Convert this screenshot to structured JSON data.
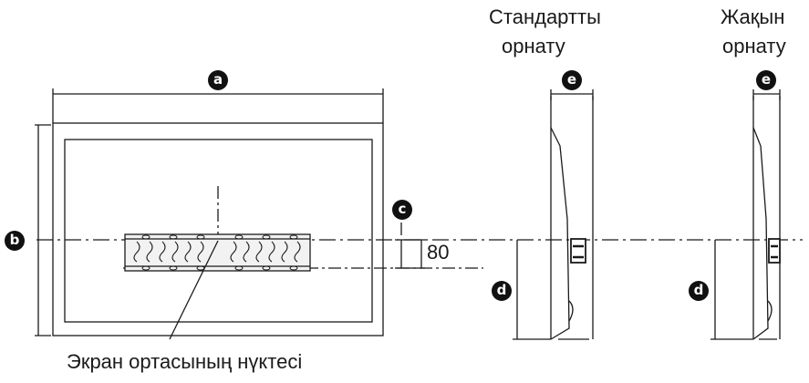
{
  "labels": {
    "standard_line1": "Стандартты",
    "standard_line2": "орнату",
    "close_line1": "Жақын",
    "close_line2": "орнату",
    "center_point": "Экран ортасының нүктесі",
    "dimension_80": "80"
  },
  "markers": {
    "a": "a",
    "b": "b",
    "c": "c",
    "d": "d",
    "e": "e"
  },
  "colors": {
    "line": "#1a1a1a",
    "badge": "#111111",
    "badge_text": "#ffffff"
  }
}
